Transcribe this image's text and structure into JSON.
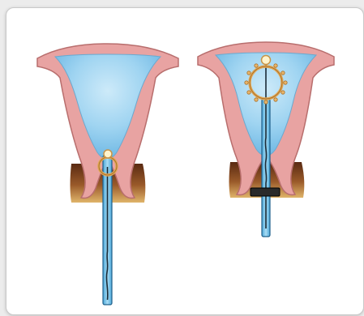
{
  "figure": {
    "panels": [
      {
        "id": "left",
        "depicts": "inserter-tube-at-cervix"
      },
      {
        "id": "right",
        "depicts": "ring-device-expanded-in-uterus"
      }
    ],
    "colors": {
      "tissue": "#e8a3a2",
      "tissue_outline": "#b86e6d",
      "cavity": "#8fcdef",
      "cavity_light": "#c4e7f8",
      "cervix_dark": "#7a3b1b",
      "cervix_gold": "#d4a857",
      "tube": "#76c6ea",
      "tube_outline": "#1f5f8a",
      "ring": "#f1c07c",
      "device_knob": "#fff4cc",
      "stopper": "#222222"
    }
  }
}
